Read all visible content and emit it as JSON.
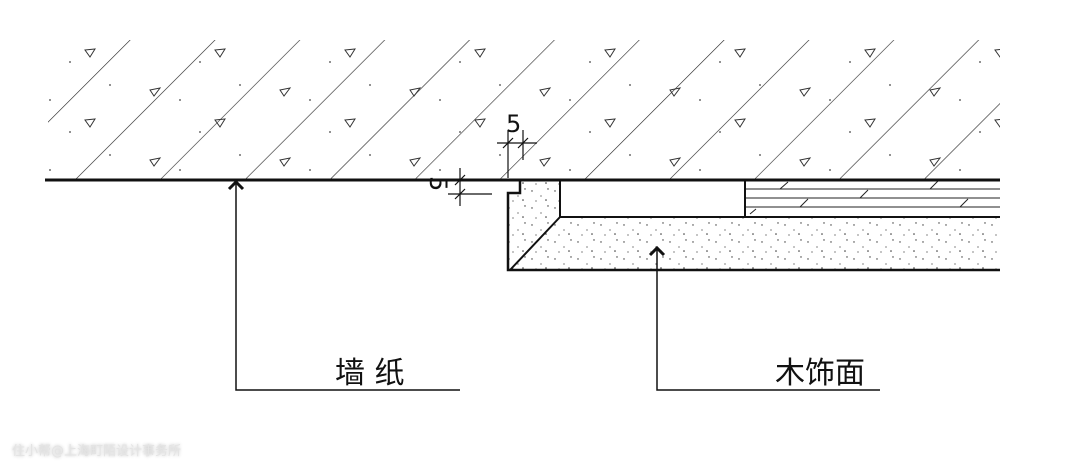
{
  "labels": {
    "wallpaper": "墙 纸",
    "wood_veneer": "木饰面"
  },
  "dimensions": {
    "top_gap": "5",
    "side_gap": "5"
  },
  "watermark": "住小帮@上海町陌设计事务所"
}
